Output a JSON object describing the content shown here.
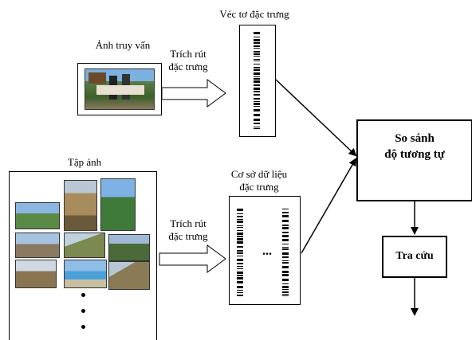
{
  "labels": {
    "query_image": "Ảnh truy vấn",
    "feature_vector": "Véc tơ đặc trưng",
    "extract_1_line1": "Trích rút",
    "extract_1_line2": "đặc trưng",
    "image_set": "Tập ảnh",
    "feature_db_line1": "Cơ sở dữ liệu",
    "feature_db_line2": "đặc trưng",
    "extract_2_line1": "Trích rút",
    "extract_2_line2": "đặc trưng",
    "compare_line1": "So sánh",
    "compare_line2": "độ tương tự",
    "retrieve": "Tra cứu",
    "db_ellipsis": "..."
  },
  "colors": {
    "stroke": "#000000",
    "photo_sky": "#6fa4d6",
    "photo_green": "#4f7a3a",
    "photo_stone": "#9a8a72",
    "photo_sand": "#c8b38a"
  }
}
